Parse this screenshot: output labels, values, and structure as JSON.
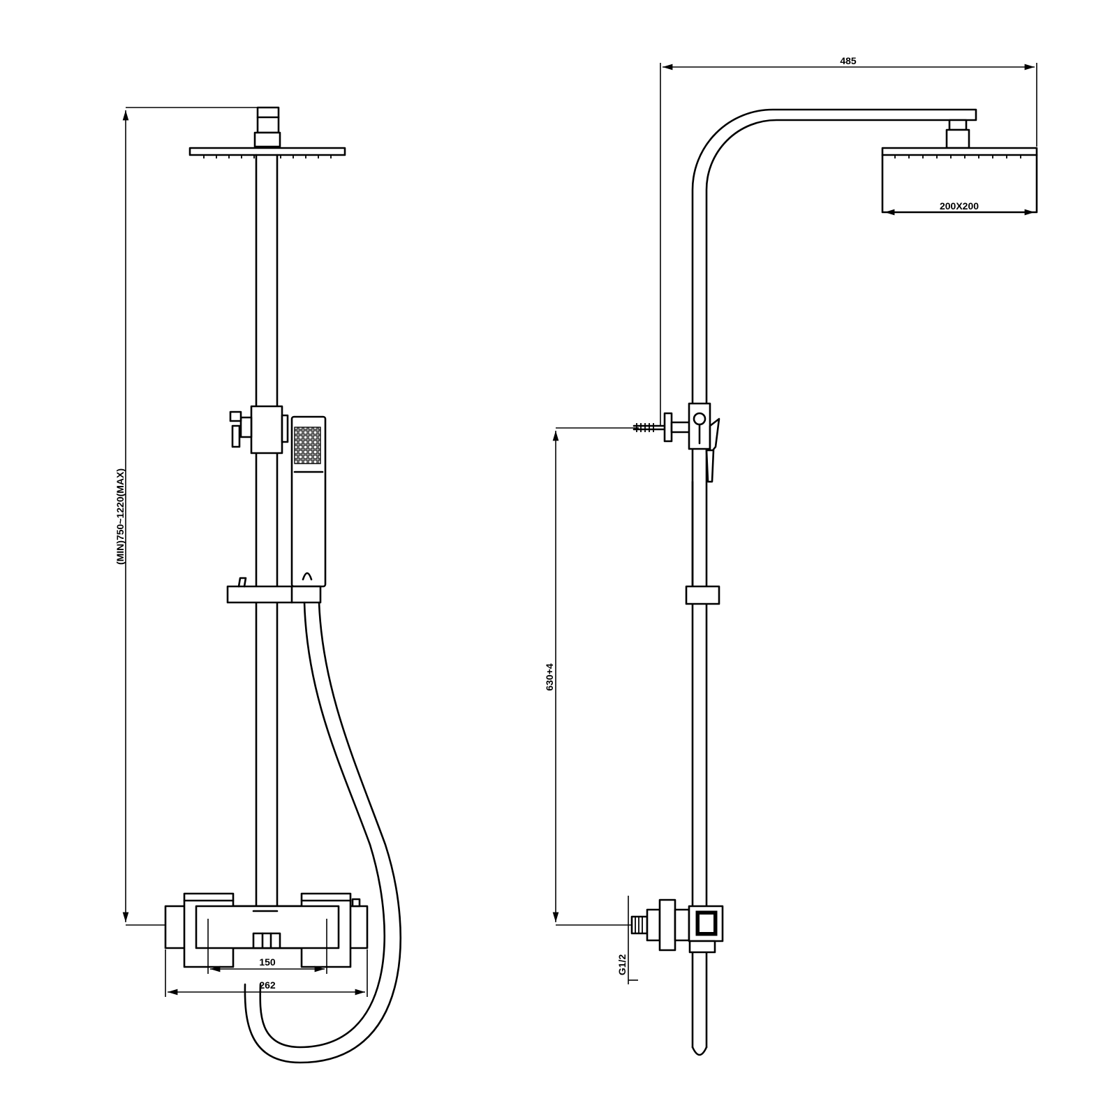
{
  "dimensions": {
    "height_range": "(MIN)750~1220(MAX)",
    "centers": "150",
    "valve_width": "262",
    "arm_projection": "485",
    "head_size": "200X200",
    "bracket_height": "630+4",
    "inlet_thread": "G1/2"
  },
  "views": [
    "front-view",
    "side-view"
  ]
}
